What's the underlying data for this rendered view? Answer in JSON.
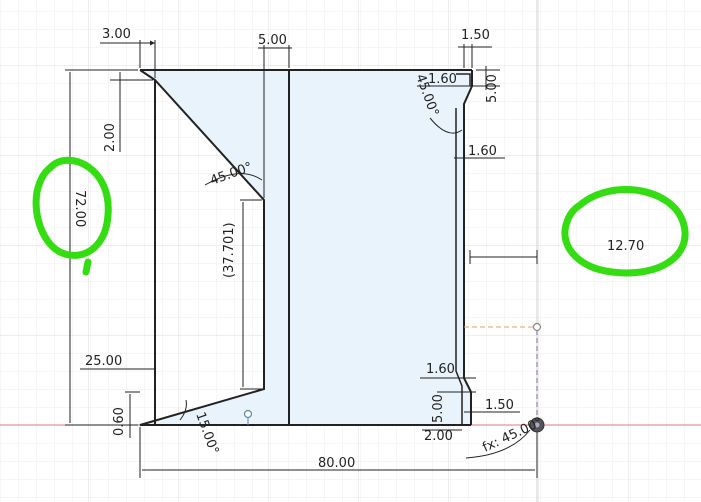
{
  "colors": {
    "background": "#ffffff",
    "grid_minor": "#eeeeee",
    "grid_major": "#dcdcdc",
    "profile_fill": "#e8f3fb",
    "outline": "#222222",
    "dimension": "#222222",
    "x_axis": "#e07a7a",
    "highlight_marker": "#33dd11",
    "construction_h": "#e0a060",
    "construction_v": "#7a5aa0"
  },
  "dimensions": {
    "d_3_00": "3.00",
    "d_5_00_top": "5.00",
    "d_1_50_top": "1.50",
    "d_1_60_top": "1.60",
    "d_5_00_right": "5.00",
    "d_45_deg_top": "45.00°",
    "d_1_60_mid": "1.60",
    "d_2_00_left": "2.00",
    "d_72_00": "72.00",
    "d_45_deg_left": "45.00°",
    "d_37_701": "(37.701)",
    "d_12_70": "12.70",
    "d_25_00": "25.00",
    "d_1_60_bottom": "1.60",
    "d_1_50_bottom": "1.50",
    "d_0_60": "0.60",
    "d_5_00_bottom": "5.00",
    "d_15_deg": "15.00°",
    "d_2_00_bottom": "2.00",
    "d_fx_45": "fx: 45.00°",
    "d_80_00": "80.00"
  },
  "icons": [
    "sketch-point-icon",
    "origin-point-icon",
    "endpoint-point-icon"
  ]
}
